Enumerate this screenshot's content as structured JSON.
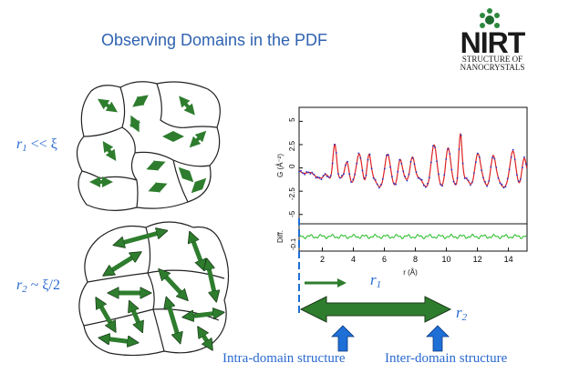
{
  "title": "Observing Domains in the PDF",
  "logo": {
    "name": "NIRT",
    "subtitle_line1": "STRUCTURE OF",
    "subtitle_line2": "NANOCRYSTALS"
  },
  "labels": {
    "r1_prefix": "r",
    "r1_sub": "1",
    "r1_relation": " << ξ",
    "r2_prefix": "r",
    "r2_sub": "2",
    "r2_relation": " ~ ξ/2",
    "r1_marker_prefix": "r",
    "r1_marker_sub": "1",
    "r2_marker_prefix": "r",
    "r2_marker_sub": "2",
    "intra": "Intra-domain structure",
    "inter": "Inter-domain structure"
  },
  "plot": {
    "ylabel": "G (Å⁻²)",
    "xlabel": "r (Å)",
    "diff_label": "Diff.",
    "x_ticks": [
      "2",
      "4",
      "6",
      "8",
      "10",
      "12",
      "14"
    ],
    "y_ticks": [
      "5",
      "2.5",
      "0",
      "-2.5",
      "-5"
    ],
    "diff_ticks": [
      "-D.1"
    ],
    "data_color": "#2233cc",
    "fit_color": "#dd2222",
    "diff_color": "#22bb22"
  },
  "colors": {
    "arrow_green": "#2e7d2e",
    "blue_arrow": "#1e6fd6",
    "text_blue": "#2a6ad0"
  }
}
